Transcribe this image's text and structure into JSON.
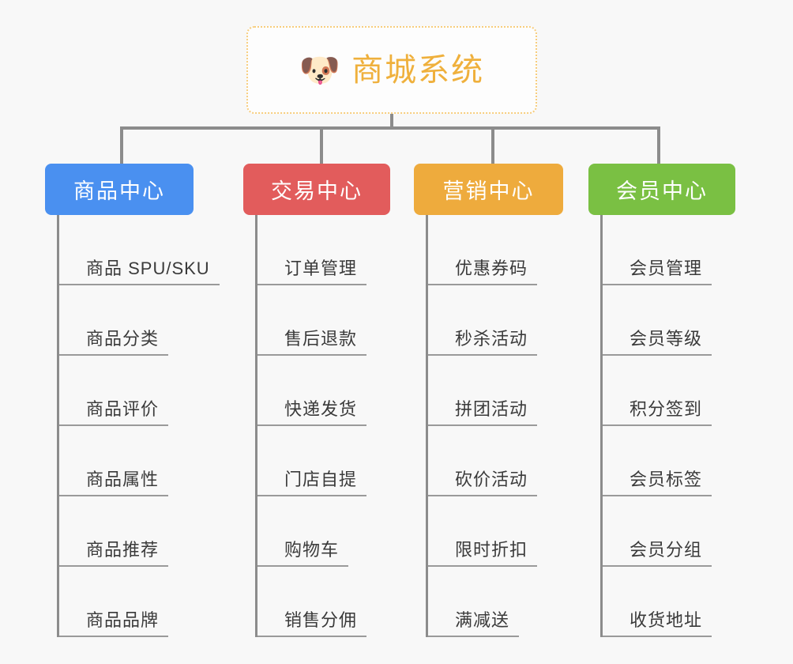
{
  "canvas": {
    "background": "#f8f8f8",
    "connector_color": "#8c8c8c"
  },
  "root": {
    "icon": "dog-face-icon",
    "icon_glyph": "🐶",
    "title": "商城系统",
    "title_color": "#efb03c",
    "border_color": "#f7cd7d",
    "fill": "#fdfdfd"
  },
  "branches": [
    {
      "label": "商品中心",
      "color": "#4a90f0",
      "items": [
        "商品 SPU/SKU",
        "商品分类",
        "商品评价",
        "商品属性",
        "商品推荐",
        "商品品牌"
      ]
    },
    {
      "label": "交易中心",
      "color": "#e25c5c",
      "items": [
        "订单管理",
        "售后退款",
        "快递发货",
        "门店自提",
        "购物车",
        "销售分佣"
      ]
    },
    {
      "label": "营销中心",
      "color": "#eeab3d",
      "items": [
        "优惠券码",
        "秒杀活动",
        "拼团活动",
        "砍价活动",
        "限时折扣",
        "满减送"
      ]
    },
    {
      "label": "会员中心",
      "color": "#7ac043",
      "items": [
        "会员管理",
        "会员等级",
        "积分签到",
        "会员标签",
        "会员分组",
        "收货地址"
      ]
    }
  ]
}
